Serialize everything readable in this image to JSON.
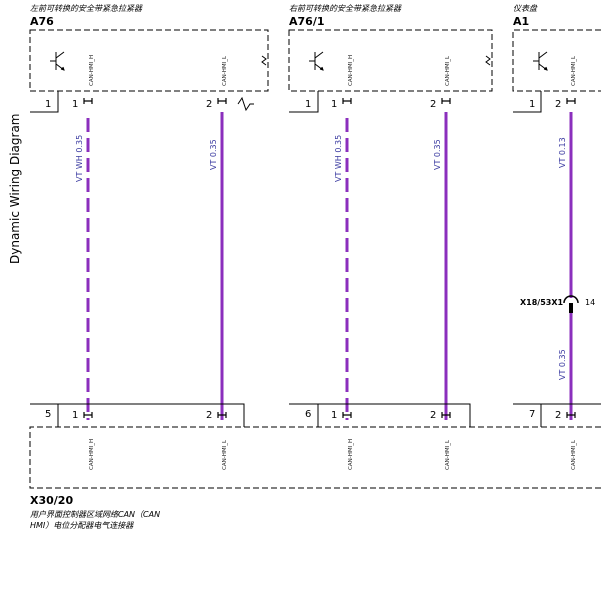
{
  "side_title": "Dynamic Wiring Diagram",
  "components": [
    {
      "id": "A76",
      "desc": "左前可转换的安全带紧急拉紧器"
    },
    {
      "id": "A76/1",
      "desc": "右前可转换的安全带紧急拉紧器"
    },
    {
      "id": "A1",
      "desc": "仪表盘"
    }
  ],
  "pin_signals": {
    "high": "CAN-HMI_H",
    "low": "CAN-HMI_L"
  },
  "pins": {
    "p1": "1",
    "p2": "2"
  },
  "top_row_numbers": [
    "1",
    "1",
    "1"
  ],
  "bottom_row_numbers": [
    "5",
    "6",
    "7"
  ],
  "wires": [
    {
      "label": "VT WH 0.35",
      "color": "#8b2fbd",
      "stripe": "#ffffff"
    },
    {
      "label": "VT 0.35",
      "color": "#8b2fbd"
    },
    {
      "label": "VT WH 0.35",
      "color": "#8b2fbd",
      "stripe": "#ffffff"
    },
    {
      "label": "VT 0.35",
      "color": "#8b2fbd"
    },
    {
      "label": "VT 0.13",
      "color": "#8b2fbd"
    },
    {
      "label": "VT 0.35",
      "color": "#8b2fbd"
    }
  ],
  "splice": {
    "label": "X18/53X1",
    "pin": "14"
  },
  "bottom_component": {
    "id": "X30/20",
    "desc_line1": "用户界面控制器区域网络CAN（CAN",
    "desc_line2": "HMI）电位分配器电气连接器"
  }
}
